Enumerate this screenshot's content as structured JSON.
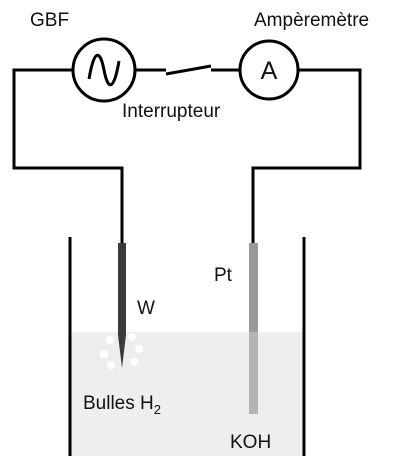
{
  "labels": {
    "gbf": "GBF",
    "ammeter": "Ampèremètre",
    "ammeter_symbol": "A",
    "switch": "Interrupteur",
    "tungsten": "W",
    "platinum": "Pt",
    "bubbles": "Bulles H",
    "bubbles_sub": "2",
    "electrolyte": "KOH"
  },
  "colors": {
    "wire": "#000000",
    "electrolyte": "#eeeeee",
    "tungsten": "#3a3a3a",
    "platinum": "#9a9a9a",
    "platinum_immersed": "#b4b4b4",
    "bubble": "#ffffff"
  },
  "icons": {
    "gbf": "ac-source-icon",
    "ammeter": "ammeter-icon",
    "switch": "open-switch-icon"
  }
}
